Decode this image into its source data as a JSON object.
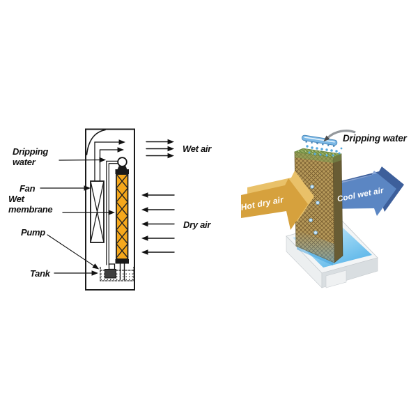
{
  "left_diagram": {
    "labels": {
      "dripping_water_line1": "Dripping",
      "dripping_water_line2": "water",
      "fan": "Fan",
      "wet_membrane_line1": "Wet",
      "wet_membrane_line2": "membrane",
      "pump": "Pump",
      "tank": "Tank",
      "wet_air": "Wet air",
      "dry_air": "Dry air"
    },
    "colors": {
      "line": "#1a1a1a",
      "membrane_fill": "#F6A81C"
    }
  },
  "right_illustration": {
    "labels": {
      "dripping_water": "Dripping water",
      "hot_arrow": "Hot dry air",
      "cool_arrow": "Cool wet air"
    },
    "colors": {
      "hot_arrow_front": "#D6A13D",
      "hot_arrow_top": "#E9C169",
      "cool_arrow_front": "#5B86C3",
      "cool_arrow_back": "#3D5F9B",
      "cool_arrow_light": "#8FABD9",
      "pad_front": "#B79A5A",
      "pad_top": "#8BA357",
      "pad_side": "#776A3D",
      "water": "#5FB9EA",
      "tray": "#F3F5F6",
      "pipe": "#7DB9E6",
      "droplet": "#55A8DD"
    }
  }
}
